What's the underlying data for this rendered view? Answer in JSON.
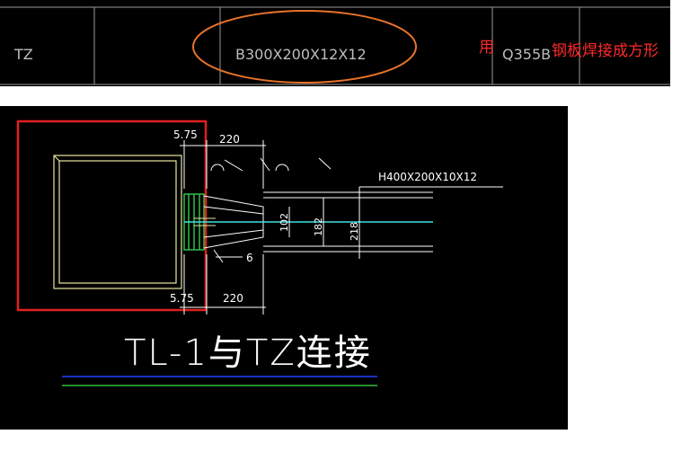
{
  "table": {
    "type_code": "TZ",
    "section_spec": "B300X200X12X12",
    "material": "Q355B"
  },
  "annotation": {
    "prefix": "用",
    "note": "钢板焊接成方形",
    "highlight_color": "#e8742a"
  },
  "drawing": {
    "title": "TL-1与TZ连接",
    "beam_spec": "H400X200X10X12",
    "dims": {
      "top_small": "5.75",
      "top_len": "220",
      "bottom_small": "5.75",
      "bottom_len": "220",
      "weld": "6",
      "d102": "102",
      "d182": "182",
      "d218": "218"
    },
    "colors": {
      "box": "#e8e6a0",
      "frame": "#e02020",
      "steel": "#2fbf4a",
      "cut": "#40e0e0",
      "dim": "#ffffff",
      "rule_blue": "#2040ff",
      "rule_green": "#30c040"
    }
  }
}
